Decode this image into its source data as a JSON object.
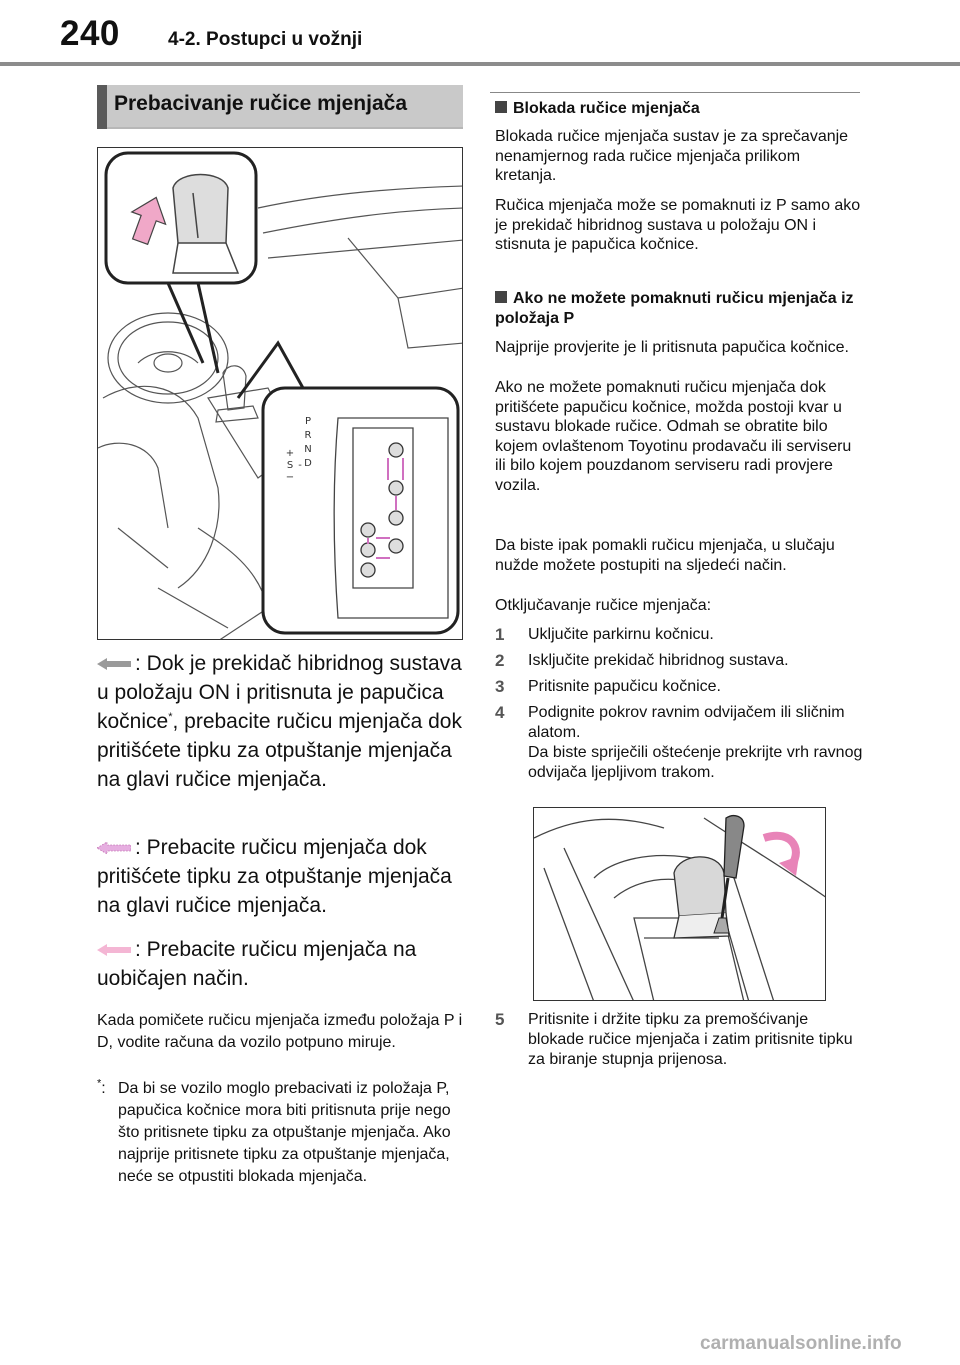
{
  "header": {
    "page_number": "240",
    "section": "4-2. Postupci u vožnji"
  },
  "left": {
    "section_title": "Prebacivanje ručice mjenjača",
    "illustration": {
      "gate_letters": [
        "P",
        "R",
        "N",
        "D"
      ],
      "s_plus": "+",
      "s_label": "S",
      "s_dash": "-",
      "s_minus": "−"
    },
    "legend": [
      {
        "arrow_color": "#9a9a9a",
        "text": ": Dok je prekidač hibridnog sustava u položaju ON i pritisnuta je papučica kočnice",
        "sup": "*",
        "text_after": ", prebacite ručicu mjenjača dok pritišćete tipku za otpu­štanje mjenjača na glavi ručice mje­njača."
      },
      {
        "arrow_color": "#e6aee0",
        "text": ": Prebacite ručicu mjenjača dok pritišćete tipku za otpuštanje mje­njača na glavi ručice mjenjača."
      },
      {
        "arrow_color": "#f4b6d4",
        "text": ": Prebacite ručicu mjenjača na uobičajen način."
      }
    ],
    "note": "Kada pomičete ručicu mjenjača između položaja P i D, vodite računa da vozilo potpuno miruje.",
    "footnote_mark": "*",
    "footnote_colon": ":",
    "footnote": "Da bi se vozilo moglo prebacivati iz položaja P, papučica kočnice mora biti pritisnuta prije nego što pritisnete tipku za otpuštanje mjenjača. Ako najprije pritisnete tipku za otpuštanje mjenjača, neće se otpustiti blokada mjenjača."
  },
  "right": {
    "block1_title": "Blokada ručice mjenjača",
    "block1_text": "Blokada ručice mjenjača sustav je za spre­čavanje nenamjernog rada ručice mje­njača prilikom kretanja.",
    "block1_text2": "Ručica mjenjača može se pomaknuti iz P samo ako je prekidač hibridnog sustava u položaju ON i stisnuta je papučica koč­nice.",
    "block2_title": "Ako ne možete pomaknuti ručicu mjenjača iz položaja P",
    "block2_p1": "Najprije provjerite je li pritisnuta papučica kočnice.",
    "block2_p2": "Ako ne možete pomaknuti ručicu mjenjača dok pritišćete papučicu kočnice, možda postoji kvar u sustavu blokade ručice. Odmah se obratite bilo kojem ovlaštenom Toyotinu prodavaču ili serviseru ili bilo kojem pouzdanom serviseru radi provjere vozila.",
    "block2_p3": "Da biste ipak pomakli ručicu mjenjača, u slučaju nužde možete postupiti na slje­deći način.",
    "block2_p4": "Otključavanje ručice mjenjača:",
    "steps": [
      {
        "n": "1",
        "text": "Uključite parkirnu kočnicu."
      },
      {
        "n": "2",
        "text": "Isključite prekidač hibridnog sustava."
      },
      {
        "n": "3",
        "text": "Pritisnite papučicu kočnice."
      },
      {
        "n": "4",
        "text": "Podignite pokrov ravnim odvijačem ili sličnim alatom.",
        "text2": "Da biste spriječili oštećenje prekrijte vrh ravnog odvijača ljepljivom trakom."
      },
      {
        "n": "5",
        "text": "Pritisnite i držite tipku za premošćiva­nje blokade ručice mjenjača i zatim pri­tisnite tipku za biranje stupnja prijenosa."
      }
    ]
  },
  "watermark": "carmanualsonline.info"
}
